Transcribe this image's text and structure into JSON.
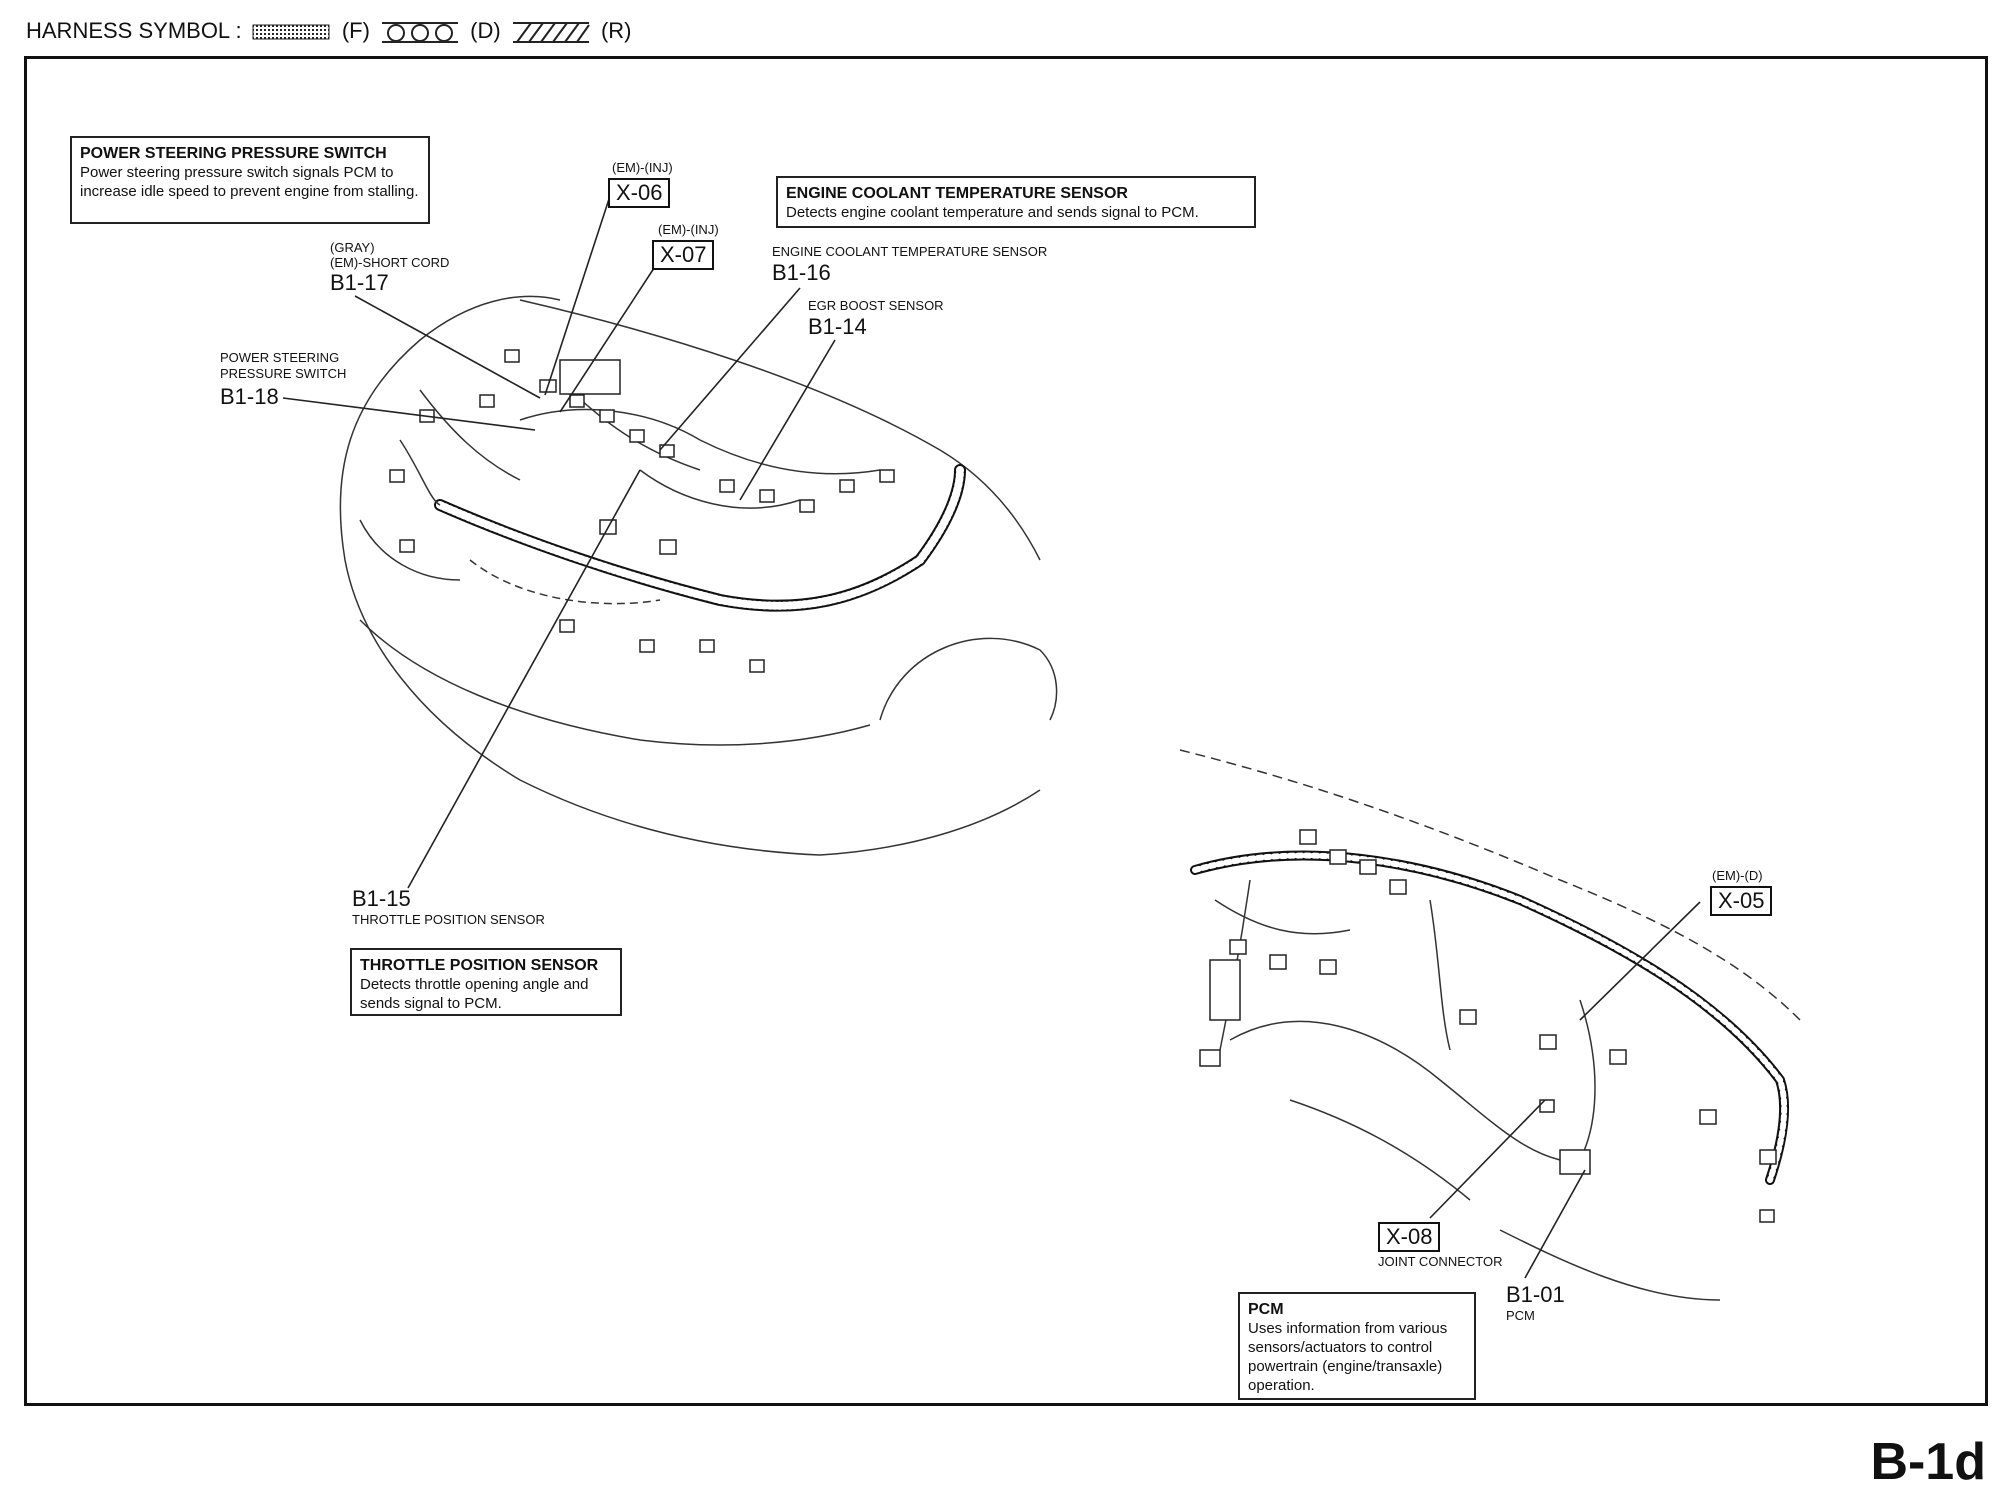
{
  "legend": {
    "title": "HARNESS SYMBOL :",
    "f": "(F)",
    "d": "(D)",
    "r": "(R)"
  },
  "callouts": {
    "ps_switch": {
      "title": "POWER STEERING PRESSURE SWITCH",
      "body": "Power steering pressure switch signals PCM to increase idle speed to prevent engine from stalling."
    },
    "ect_sensor": {
      "title": "ENGINE COOLANT TEMPERATURE SENSOR",
      "body": "Detects engine coolant temperature and sends signal to PCM."
    },
    "tps": {
      "title": "THROTTLE POSITION SENSOR",
      "body": "Detects throttle opening angle and sends signal to PCM."
    },
    "pcm": {
      "title": "PCM",
      "body": "Uses information from various sensors/actuators to control powertrain (engine/transaxle) operation."
    }
  },
  "connectors": {
    "x06": {
      "tag": "(EM)-(INJ)",
      "code": "X-06"
    },
    "x07": {
      "tag": "(EM)-(INJ)",
      "code": "X-07"
    },
    "x05": {
      "tag": "(EM)-(D)",
      "code": "X-05"
    },
    "x08": {
      "code": "X-08",
      "desc": "JOINT CONNECTOR"
    },
    "b1_17": {
      "line1": "(GRAY)",
      "line2": "(EM)-SHORT CORD",
      "code": "B1-17"
    },
    "b1_18": {
      "line1": "POWER STEERING",
      "line2": "PRESSURE SWITCH",
      "code": "B1-18"
    },
    "b1_16": {
      "desc": "ENGINE COOLANT TEMPERATURE SENSOR",
      "code": "B1-16"
    },
    "b1_14": {
      "desc": "EGR BOOST SENSOR",
      "code": "B1-14"
    },
    "b1_15": {
      "code": "B1-15",
      "desc": "THROTTLE POSITION SENSOR"
    },
    "b1_01": {
      "code": "B1-01",
      "desc": "PCM"
    }
  },
  "page_code": "B-1d"
}
